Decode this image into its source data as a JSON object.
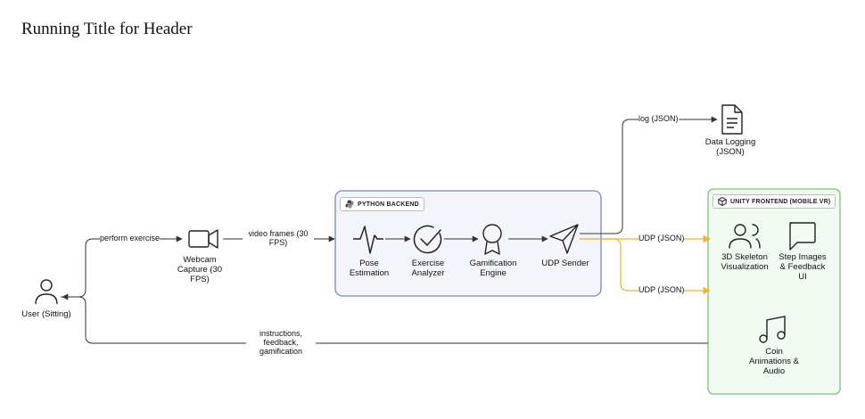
{
  "header": {
    "title": "Running Title for Header"
  },
  "groups": {
    "python_backend": {
      "label": "PYTHON BACKEND"
    },
    "unity_frontend": {
      "label": "UNITY FRONTEND (MOBILE VR)"
    }
  },
  "nodes": {
    "user": {
      "label": "User (Sitting)",
      "icon": "user-icon"
    },
    "webcam": {
      "label": "Webcam\nCapture (30\nFPS)",
      "icon": "video-camera-icon"
    },
    "pose": {
      "label": "Pose\nEstimation",
      "icon": "activity-pulse-icon"
    },
    "analyzer": {
      "label": "Exercise\nAnalyzer",
      "icon": "check-circle-icon"
    },
    "gamification": {
      "label": "Gamification\nEngine",
      "icon": "award-medal-icon"
    },
    "udp_sender": {
      "label": "UDP Sender",
      "icon": "send-plane-icon"
    },
    "logging": {
      "label": "Data Logging\n(JSON)",
      "icon": "document-icon"
    },
    "skeleton": {
      "label": "3D Skeleton\nVisualization",
      "icon": "users-icon"
    },
    "feedback": {
      "label": "Step Images\n& Feedback\nUI",
      "icon": "message-square-icon"
    },
    "coin": {
      "label": "Coin\nAnimations &\nAudio",
      "icon": "music-note-icon"
    }
  },
  "edges": {
    "perform": "perform exercise",
    "frames": "video frames (30\nFPS)",
    "log": "log (JSON)",
    "udp1": "UDP (JSON)",
    "udp2": "UDP (JSON)",
    "instructions": "instructions,\nfeedback,\ngamification"
  },
  "colors": {
    "backend_fill": "#f3f5fb",
    "backend_border": "#6b8cc7",
    "frontend_fill": "#f2fbf1",
    "frontend_border": "#7bc478",
    "udp_line": "#f0b429",
    "line": "#333333"
  }
}
